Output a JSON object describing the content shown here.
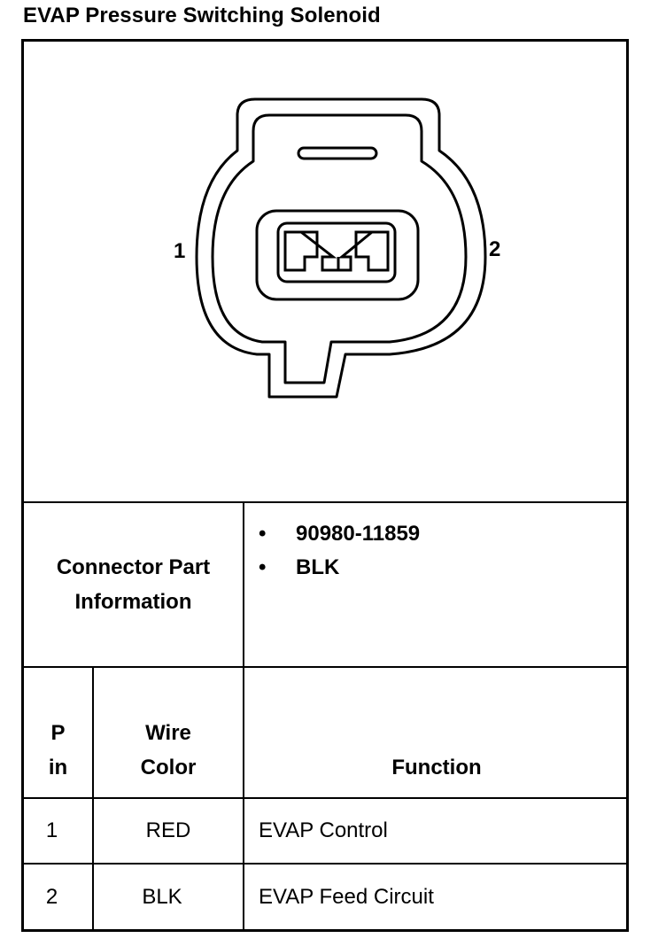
{
  "title": "EVAP Pressure Switching Solenoid",
  "connector_view": {
    "pin_left_label": "1",
    "pin_right_label": "2"
  },
  "connector_part_info": {
    "label_line1": "Connector Part",
    "label_line2": "Information",
    "items": [
      "90980-11859",
      "BLK"
    ]
  },
  "pin_table": {
    "headers": {
      "pin_line1": "P",
      "pin_line2": "in",
      "wire_line1": "Wire",
      "wire_line2": "Color",
      "function": "Function"
    },
    "rows": [
      {
        "pin": "1",
        "wire_color": "RED",
        "function": "EVAP Control"
      },
      {
        "pin": "2",
        "wire_color": "BLK",
        "function": "EVAP Feed Circuit"
      }
    ]
  }
}
